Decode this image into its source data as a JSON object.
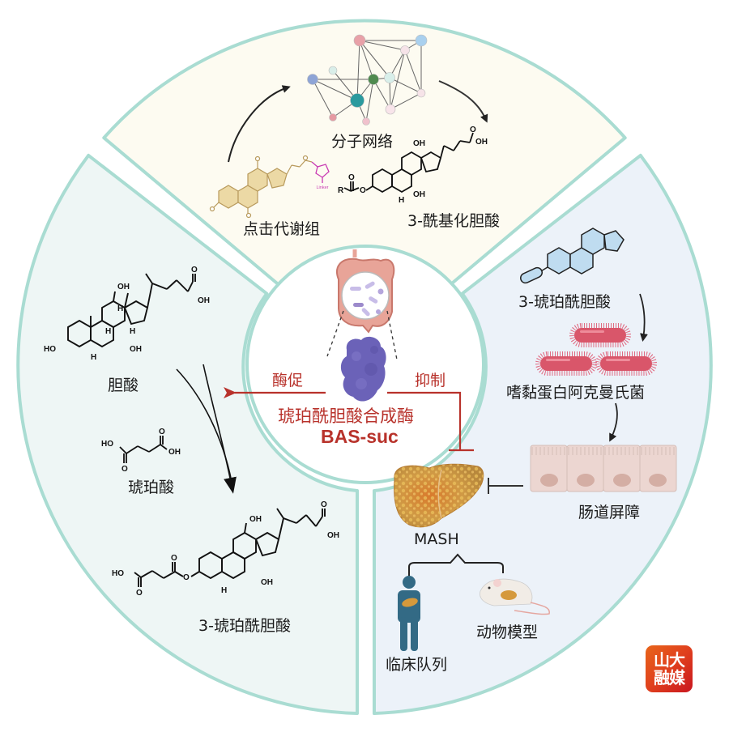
{
  "colors": {
    "segment_border": "#a9dcd2",
    "top_segment_fill": "#fdfbf1",
    "left_segment_fill": "#eef6f5",
    "right_segment_fill": "#ecf2f9",
    "center_fill": "#ffffff",
    "accent_red": "#b8322b",
    "enzyme_purple": "#6b62b8",
    "bacteria_red": "#d9566a",
    "intestine_cell": "#ecd6d1",
    "steroid_blue": "#bfdcf0",
    "click_steroid_tan": "#ecd9a5",
    "linker_magenta": "#c93bb3",
    "liver_orange": "#d5993c",
    "human_blue": "#336a85"
  },
  "top_segment": {
    "network_label": "分子网络",
    "click_label": "点击代谢组",
    "linker_label": "Linker",
    "acylated_label": "3-酰基化胆酸"
  },
  "center": {
    "enzyme_name": "琥珀酰胆酸合成酶",
    "enzyme_abbr": "BAS-suc",
    "promote_label": "酶促",
    "inhibit_label": "抑制"
  },
  "left_segment": {
    "cholic_acid_label": "胆酸",
    "succinic_acid_label": "琥珀酸",
    "product_label": "3-琥珀酰胆酸"
  },
  "right_segment": {
    "compound_label": "3-琥珀酰胆酸",
    "bacteria_label": "嗜黏蛋白阿克曼氏菌",
    "barrier_label": "肠道屏障",
    "disease_label": "MASH",
    "clinical_label": "临床队列",
    "animal_label": "动物模型"
  },
  "chem_atoms": {
    "oh": "OH",
    "ho": "HO",
    "h": "H",
    "o": "O",
    "r": "R"
  },
  "watermark": {
    "line1": "山大",
    "line2": "融媒"
  }
}
